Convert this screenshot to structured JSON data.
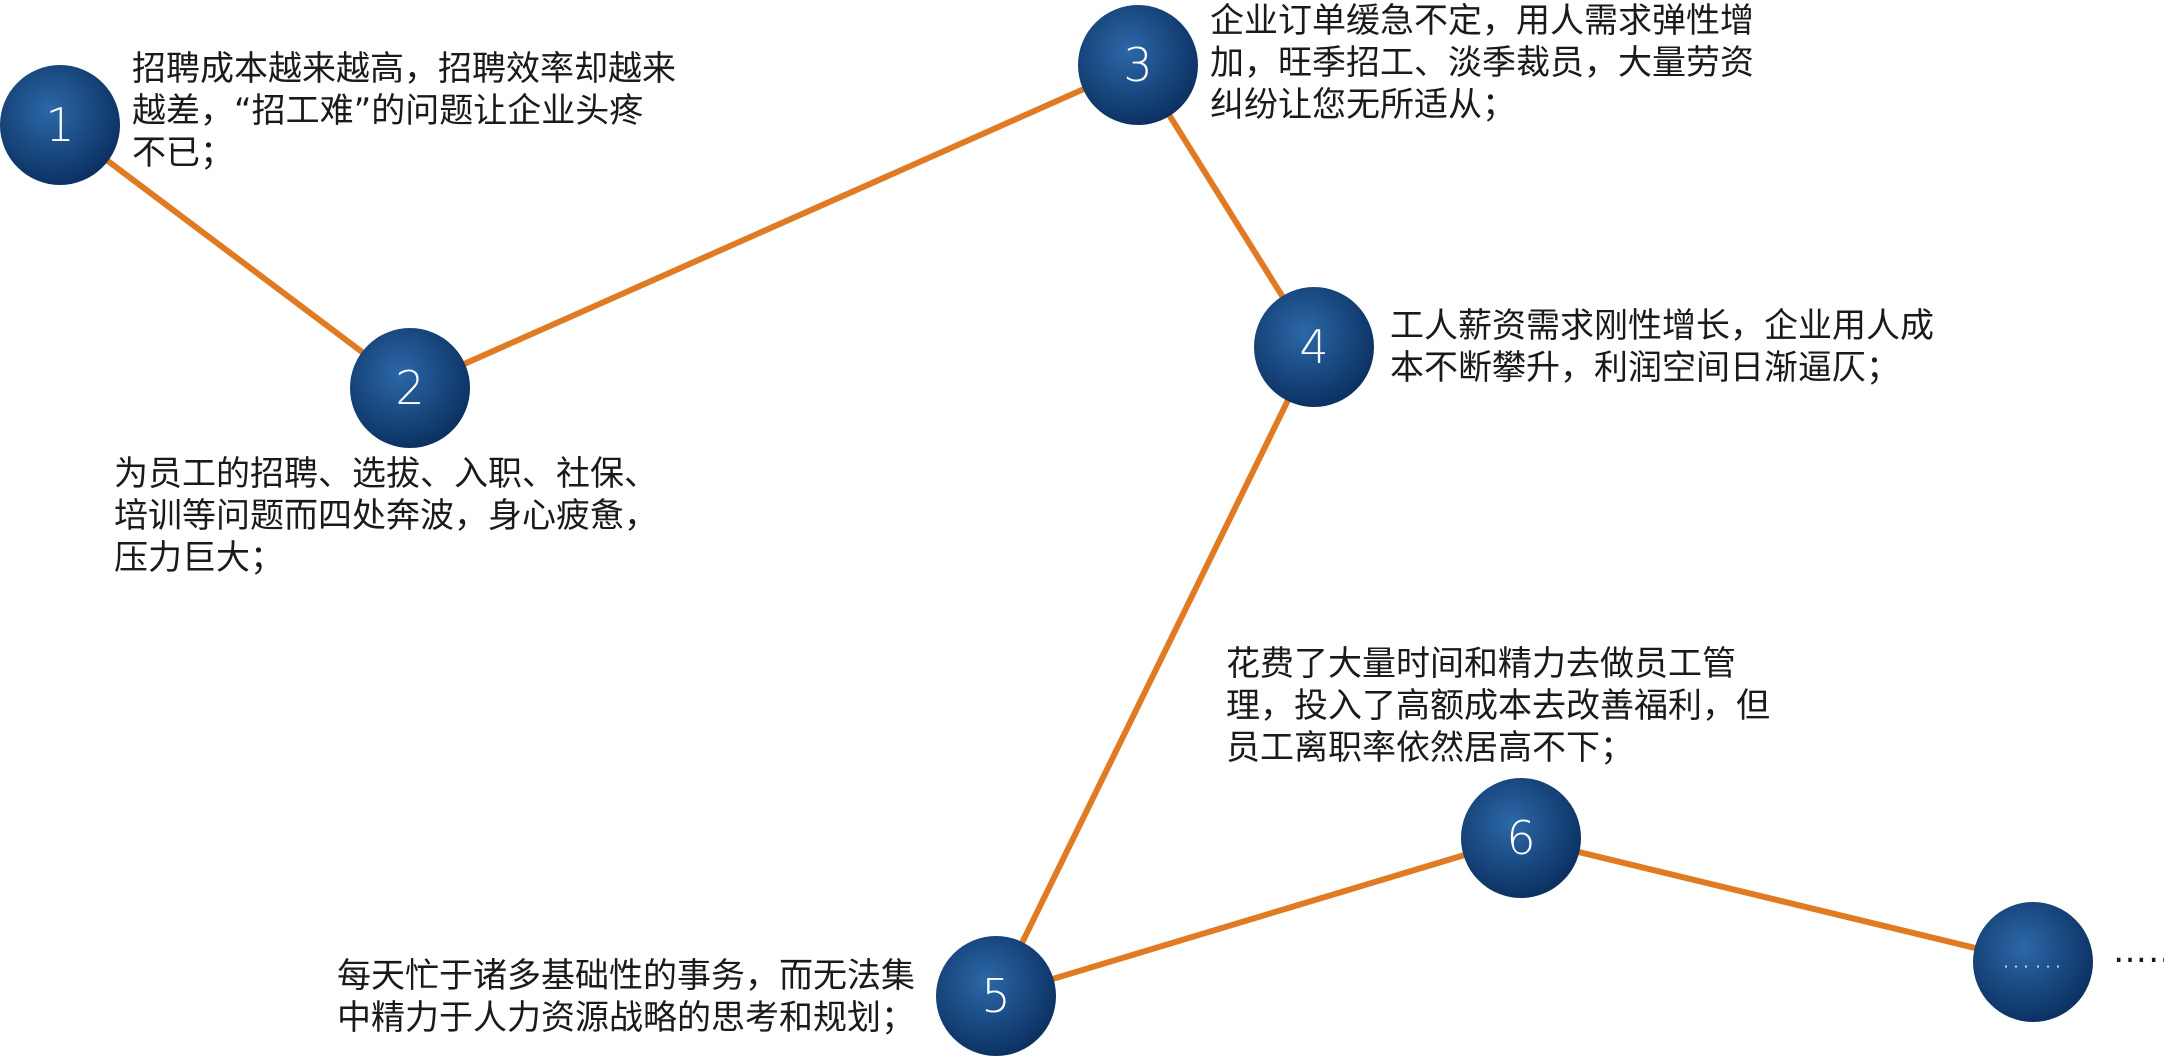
{
  "theme": {
    "connector_color": "#e07b24",
    "node_color_light": "#2c68a8",
    "node_color_dark": "#0c3263",
    "node_text_color": "#ffffff",
    "text_color": "#1a1a1a"
  },
  "nodes": [
    {
      "label": "1",
      "text": "招聘成本越来越高，招聘效率却越来\n越差，“招工难”的问题让企业头疼\n不已；"
    },
    {
      "label": "2",
      "text": "为员工的招聘、选拔、入职、社保、\n培训等问题而四处奔波，身心疲惫，\n压力巨大；"
    },
    {
      "label": "3",
      "text": "企业订单缓急不定，用人需求弹性增\n加，旺季招工、淡季裁员，大量劳资\n纠纷让您无所适从；"
    },
    {
      "label": "4",
      "text": "工人薪资需求刚性增长，企业用人成\n本不断攀升，利润空间日渐逼仄；"
    },
    {
      "label": "5",
      "text": "每天忙于诸多基础性的事务，而无法集\n中精力于人力资源战略的思考和规划；"
    },
    {
      "label": "6",
      "text": "花费了大量时间和精力去做员工管\n理，投入了高额成本去改善福利，但\n员工离职率依然居高不下；"
    },
    {
      "label": "……"
    }
  ],
  "trailing_ellipsis": "……"
}
